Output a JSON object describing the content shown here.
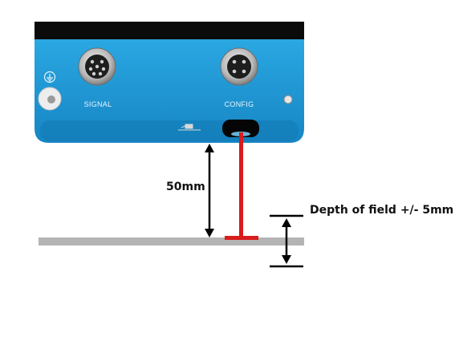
{
  "device": {
    "port_left_label": "SIGNAL",
    "port_right_label": "CONFIG",
    "body_color": "#1f9ad6",
    "top_color": "#0b0b0b",
    "icon_left": "ground-icon"
  },
  "annotations": {
    "distance_label": "50mm",
    "depth_label": "Depth of field +/- 5mm"
  },
  "colors": {
    "beam": "#d91c1c",
    "surface": "#b4b4b4",
    "arrow": "#000000"
  }
}
